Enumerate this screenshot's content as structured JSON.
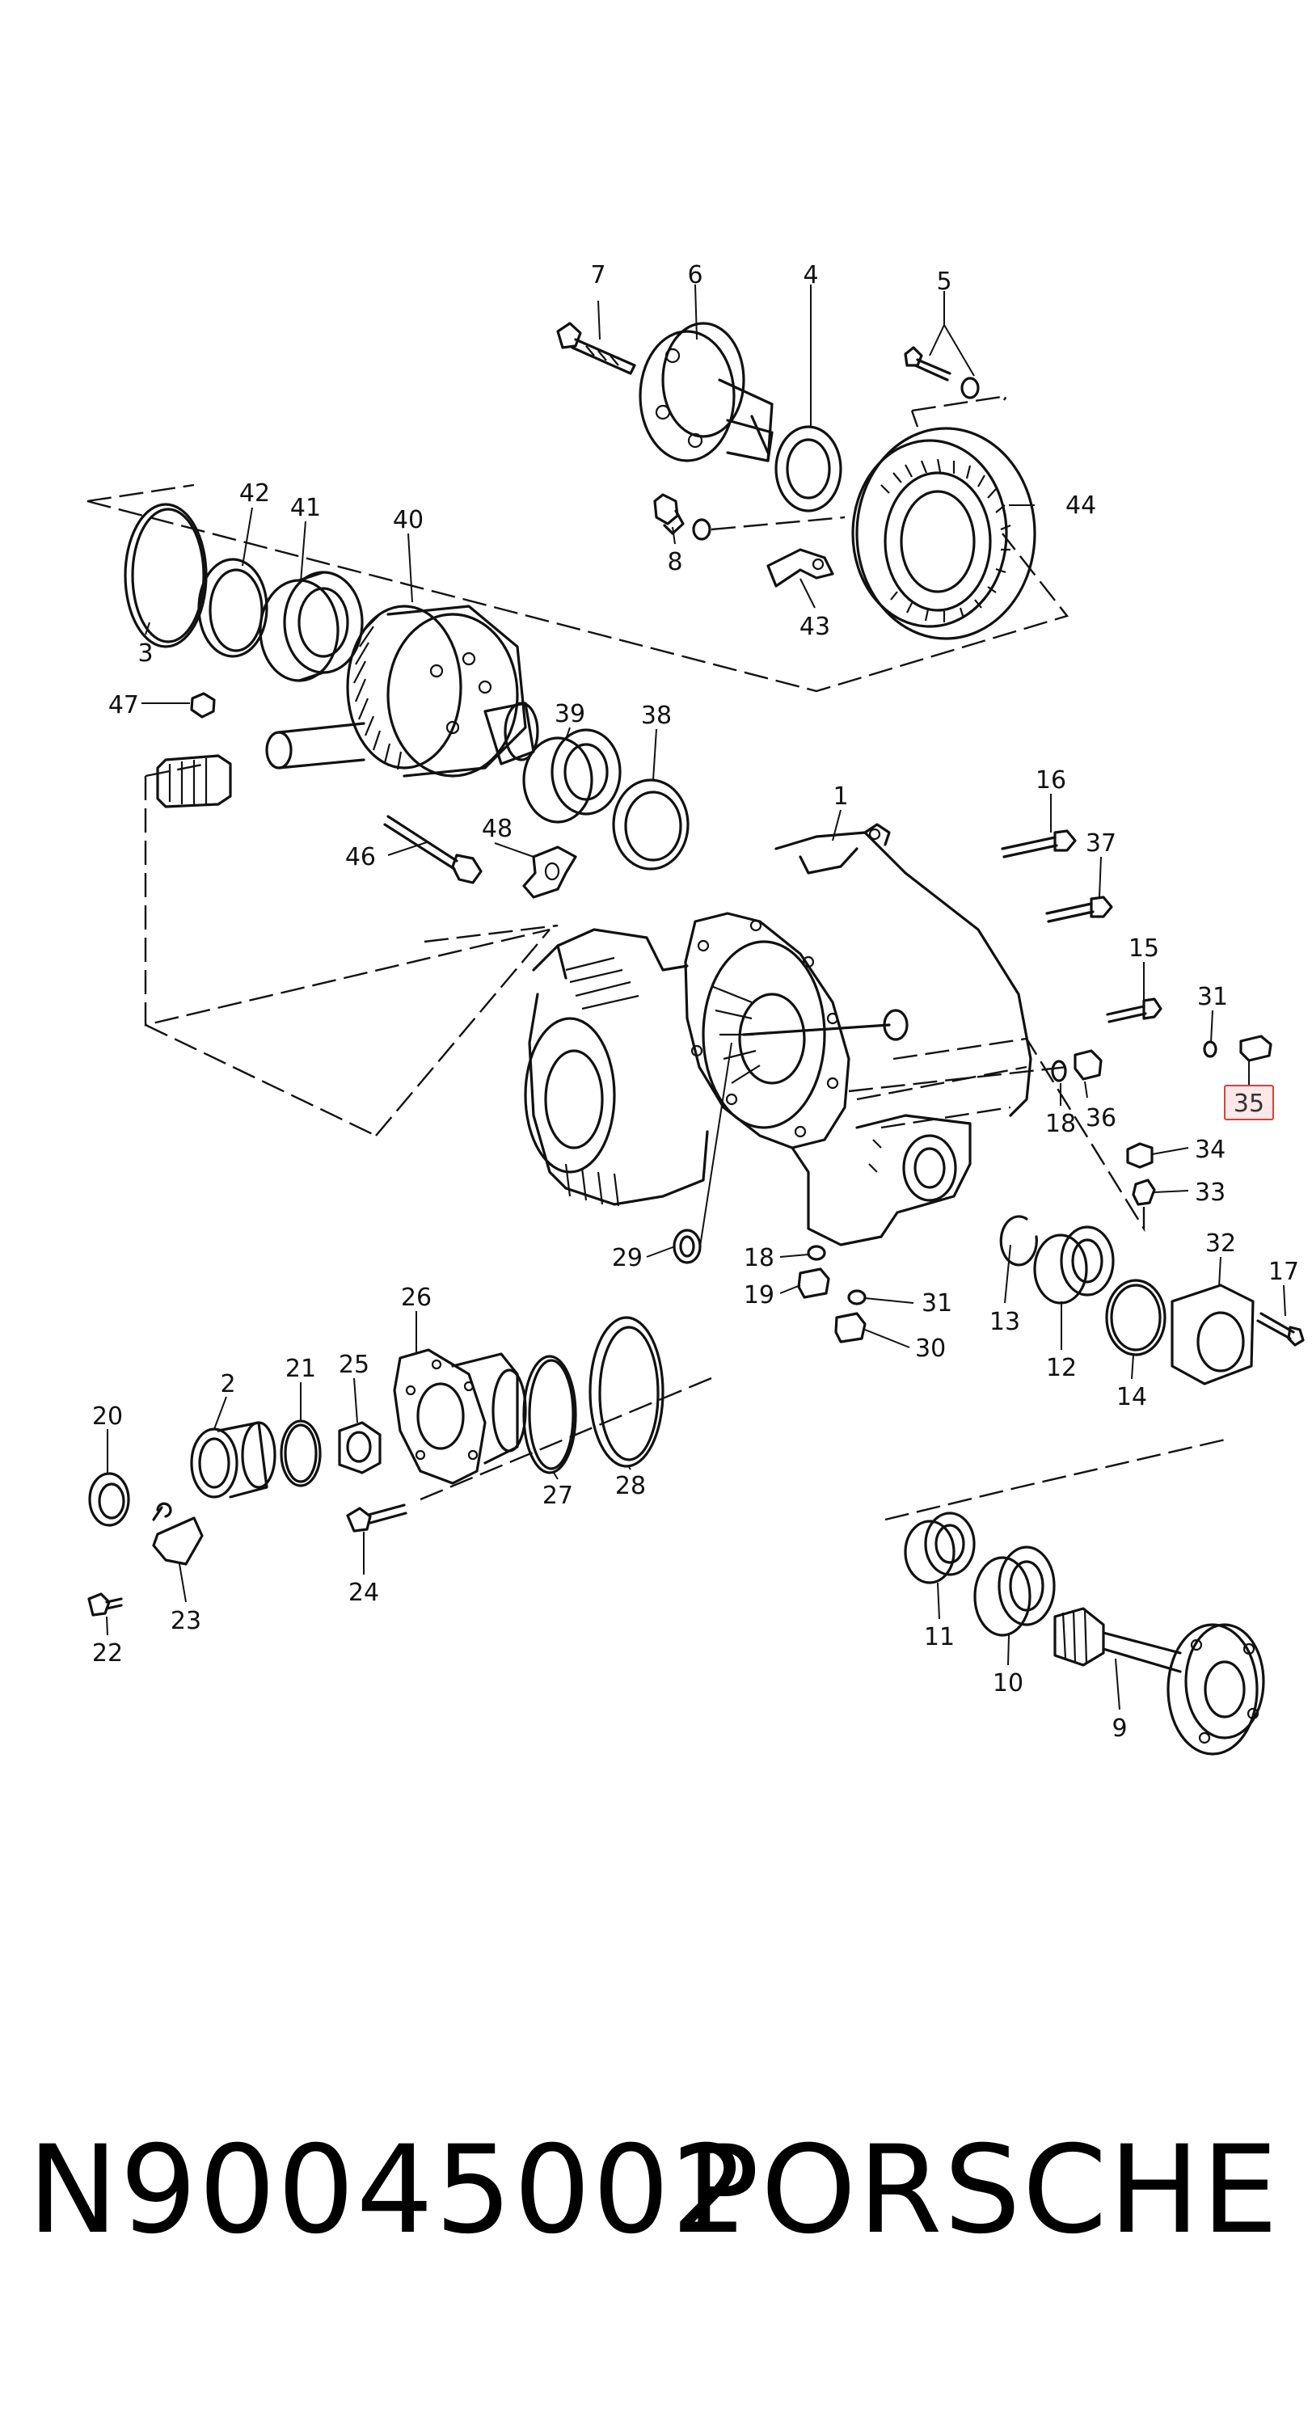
{
  "diagram": {
    "callouts": [
      "7",
      "6",
      "4",
      "5",
      "42",
      "41",
      "40",
      "44",
      "8",
      "43",
      "3",
      "47",
      "39",
      "38",
      "1",
      "16",
      "37",
      "46",
      "48",
      "15",
      "31",
      "35",
      "18",
      "36",
      "34",
      "33",
      "29",
      "18",
      "31",
      "19",
      "30",
      "13",
      "12",
      "32",
      "17",
      "14",
      "26",
      "21",
      "25",
      "2",
      "20",
      "27",
      "28",
      "22",
      "23",
      "24",
      "11",
      "10",
      "9"
    ],
    "highlighted_callout": "35",
    "highlight_color": "#d94040"
  },
  "footer": {
    "part_number": "N90045002",
    "brand": "PORSCHE"
  }
}
